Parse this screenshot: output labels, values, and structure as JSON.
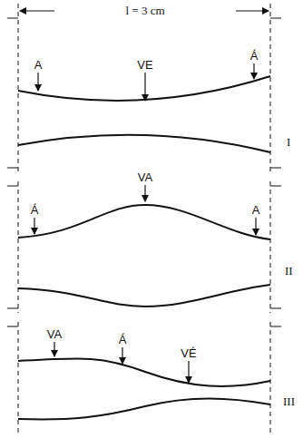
{
  "diagram": {
    "labels": [
      "l = 3 cm",
      "A",
      "VE",
      "Á",
      "I",
      "Á",
      "VA",
      "A",
      "II",
      "VA",
      "Á",
      "VÉ",
      "III"
    ]
  }
}
